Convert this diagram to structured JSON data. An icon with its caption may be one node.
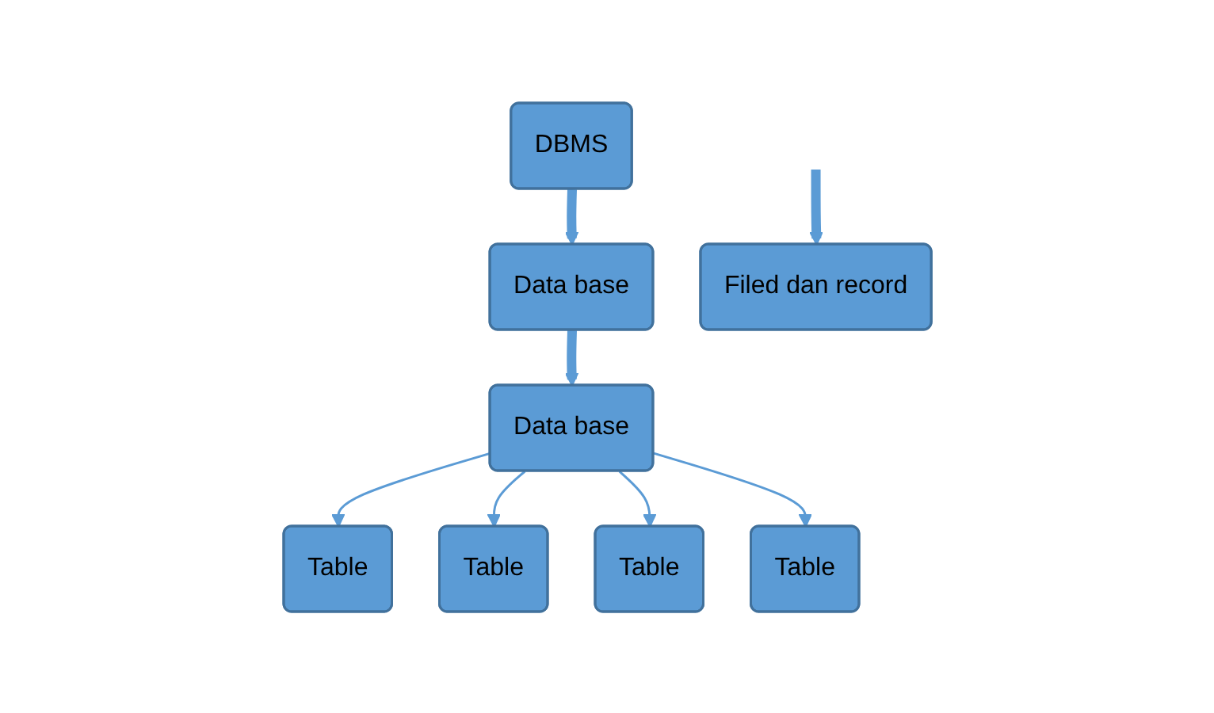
{
  "diagram": {
    "nodes": [
      {
        "text": [
          "DBMS"
        ]
      },
      {
        "text": [
          "Data base"
        ]
      },
      {
        "text": [
          "Data base"
        ]
      },
      {
        "text": [
          "Table"
        ]
      },
      {
        "text": [
          "Table"
        ]
      },
      {
        "text": [
          "Table"
        ]
      },
      {
        "text": [
          "Table"
        ]
      },
      {
        "text": [
          "Filed dan record"
        ]
      }
    ],
    "edges": [
      {
        "from": 0,
        "to": 1,
        "arrow": "to",
        "style": "thick"
      },
      {
        "from": 1,
        "to": 2,
        "arrow": "to",
        "style": "thick"
      },
      {
        "from": 2,
        "to": 3,
        "arrow": "to"
      },
      {
        "from": 2,
        "to": 4,
        "arrow": "to"
      },
      {
        "from": 2,
        "to": 5,
        "arrow": "to"
      },
      {
        "from": 2,
        "to": 6,
        "arrow": "to"
      },
      {
        "from": null,
        "to": 7,
        "arrow": "to",
        "style": "thick"
      }
    ]
  }
}
